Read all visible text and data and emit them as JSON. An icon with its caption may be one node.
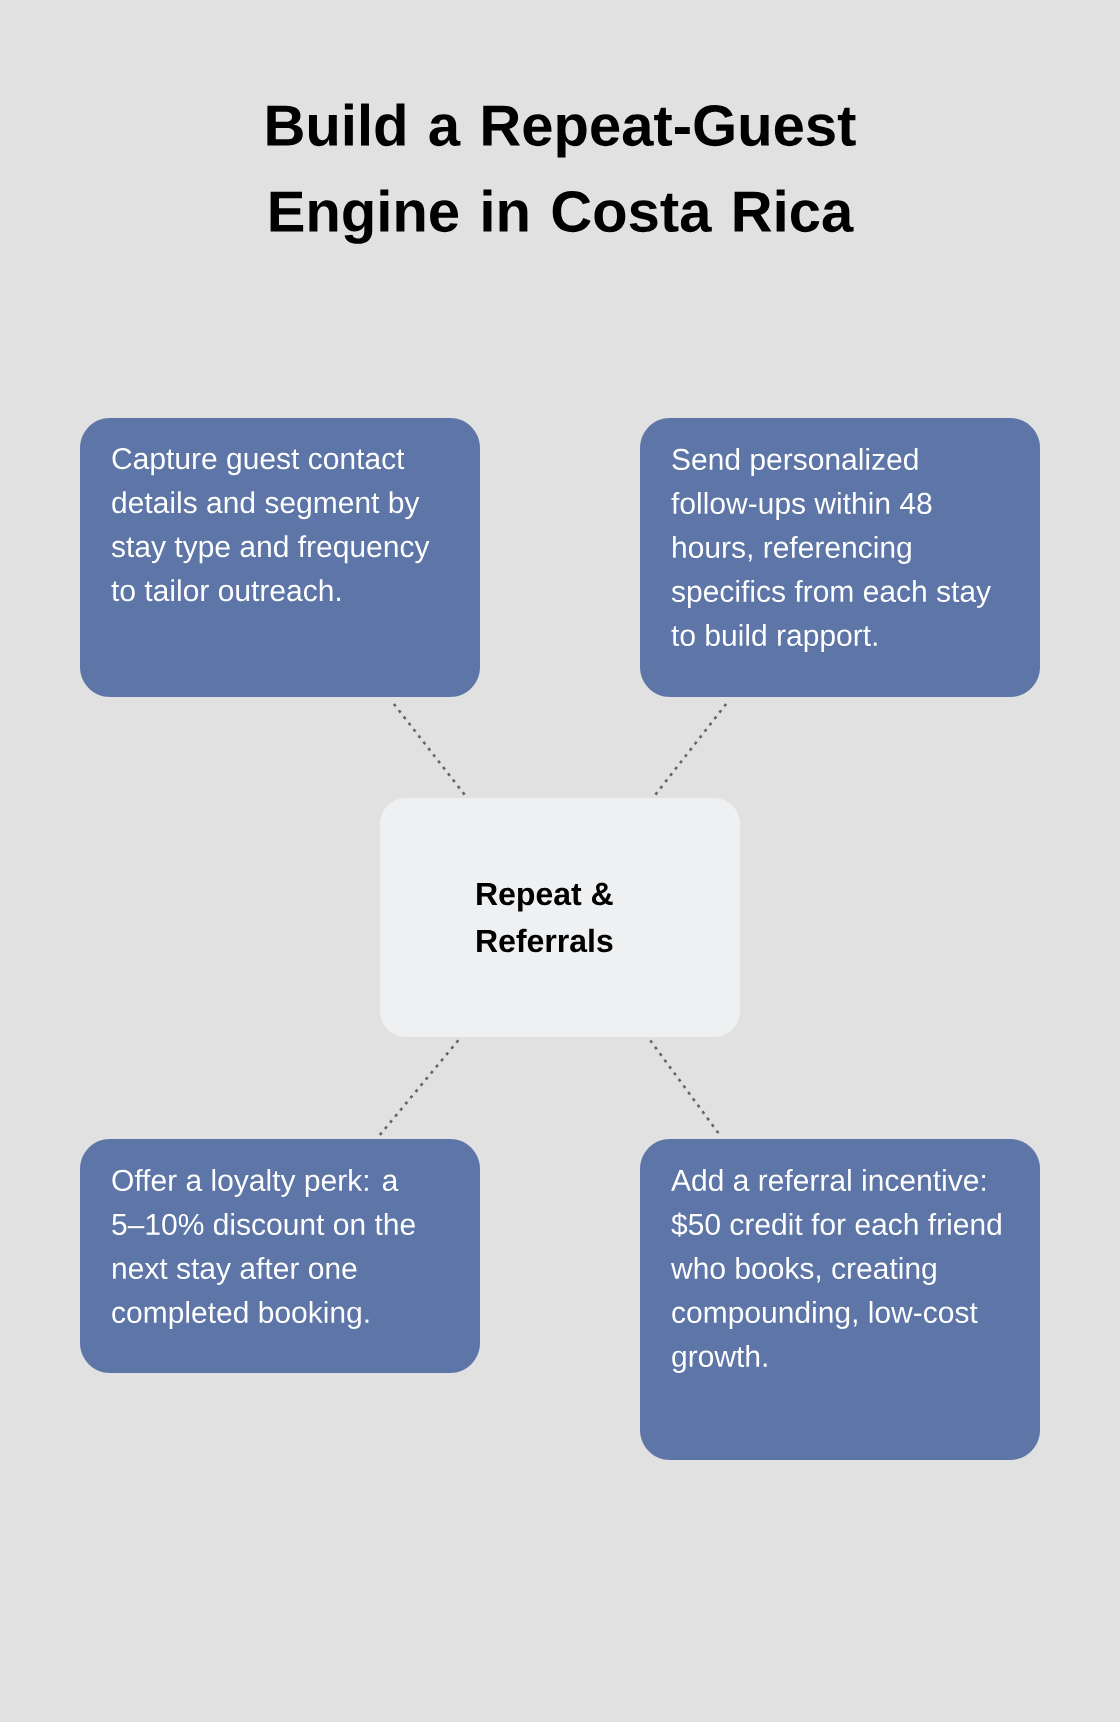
{
  "diagram": {
    "title": "Build a Repeat-Guest Engine in Costa Rica",
    "nodes": [
      {
        "text": [
          "Capture guest contact details and segment by stay type and frequency to tailor outreach."
        ]
      },
      {
        "text": [
          "Send personalized follow-ups within 48 hours, referencing specifics from each stay to build rapport."
        ]
      },
      {
        "text": [
          "Repeat & Referrals"
        ]
      },
      {
        "text": [
          "Offer a loyalty perk: a 5–10% discount on the next stay after one completed booking."
        ]
      },
      {
        "text": [
          "Add a referral incentive: $50 credit for each friend who books, creating compounding, low-cost growth."
        ]
      }
    ],
    "edges": [
      {
        "from": 2,
        "to": 0,
        "arrow": "none",
        "style": "dashed"
      },
      {
        "from": 2,
        "to": 1,
        "arrow": "none",
        "style": "dashed"
      },
      {
        "from": 2,
        "to": 3,
        "arrow": "none",
        "style": "dashed"
      },
      {
        "from": 2,
        "to": 4,
        "arrow": "none",
        "style": "dashed"
      }
    ]
  }
}
